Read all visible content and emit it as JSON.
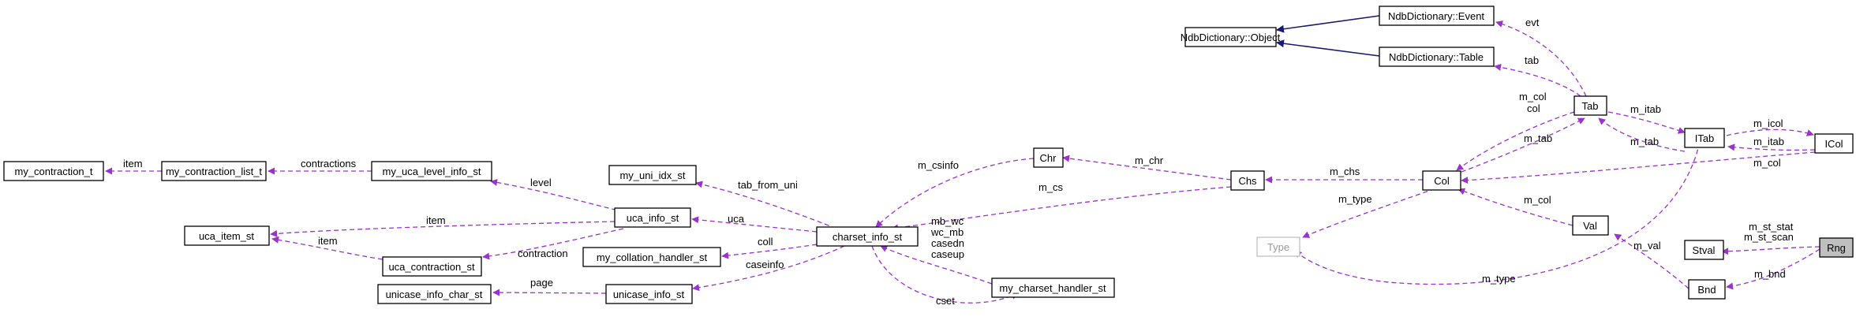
{
  "colors": {
    "usage": "#9a32cd",
    "inheritance": "#191970",
    "focus_fill": "#bfbfbf",
    "faded_border": "#bfbfbf"
  },
  "nodes": {
    "my_contraction_t": "my_contraction_t",
    "my_contraction_list_t": "my_contraction_list_t",
    "my_uca_level_info_st": "my_uca_level_info_st",
    "uca_item_st": "uca_item_st",
    "uca_info_st": "uca_info_st",
    "uca_contraction_st": "uca_contraction_st",
    "my_uni_idx_st": "my_uni_idx_st",
    "my_collation_handler_st": "my_collation_handler_st",
    "unicase_info_char_st": "unicase_info_char_st",
    "unicase_info_st": "unicase_info_st",
    "charset_info_st": "charset_info_st",
    "Chr": "Chr",
    "my_charset_handler_st": "my_charset_handler_st",
    "Chs": "Chs",
    "NdbObject": "NdbDictionary::Object",
    "NdbEvent": "NdbDictionary::Event",
    "NdbTable": "NdbDictionary::Table",
    "Tab": "Tab",
    "Col": "Col",
    "Type": "Type",
    "Val": "Val",
    "ITab": "ITab",
    "ICol": "ICol",
    "Stval": "Stval",
    "Bnd": "Bnd",
    "Rng": "Rng"
  },
  "edge_labels": {
    "item_contraction": "item",
    "contractions": "contractions",
    "level": "level",
    "item_uca_info": "item",
    "item_uca_contraction": "item",
    "contraction": "contraction",
    "uca": "uca",
    "tab_from_uni": "tab_from_uni",
    "coll": "coll",
    "caseinfo": "caseinfo",
    "page": "page",
    "m_csinfo": "m_csinfo",
    "m_chr": "m_chr",
    "m_cs": "m_cs",
    "cset_fns": [
      "mb_wc",
      "wc_mb",
      "casedn",
      "caseup"
    ],
    "cset": "cset",
    "m_chs": "m_chs",
    "m_type_col": "m_type",
    "m_type_itab": "m_type",
    "evt": "evt",
    "tab": "tab",
    "m_col_col": [
      "m_col",
      "col"
    ],
    "m_tab_col": "m_tab",
    "m_itab_tab": "m_itab",
    "m_tab_itab": "m_tab",
    "m_icol": "m_icol",
    "m_itab_icol": "m_itab",
    "m_col_icol": "m_col",
    "m_col_val": "m_col",
    "m_val": "m_val",
    "m_st_stat_scan": [
      "m_st_stat",
      "m_st_scan"
    ],
    "m_bnd": "m_bnd"
  }
}
